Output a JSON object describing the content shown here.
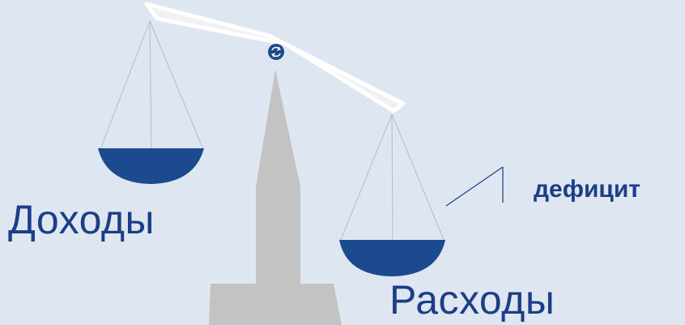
{
  "labels": {
    "income": "Доходы",
    "expenses": "Расходы",
    "deficit": "дефицит"
  },
  "colors": {
    "background": "#dde6f1",
    "pan": "#1b4a8e",
    "text": "#1b3e86",
    "stand": "#c3c3c3",
    "beam": "#f1f1f3",
    "strings": "#b5bcc6"
  },
  "icons": {
    "pivot": "pivot-knob-icon"
  }
}
